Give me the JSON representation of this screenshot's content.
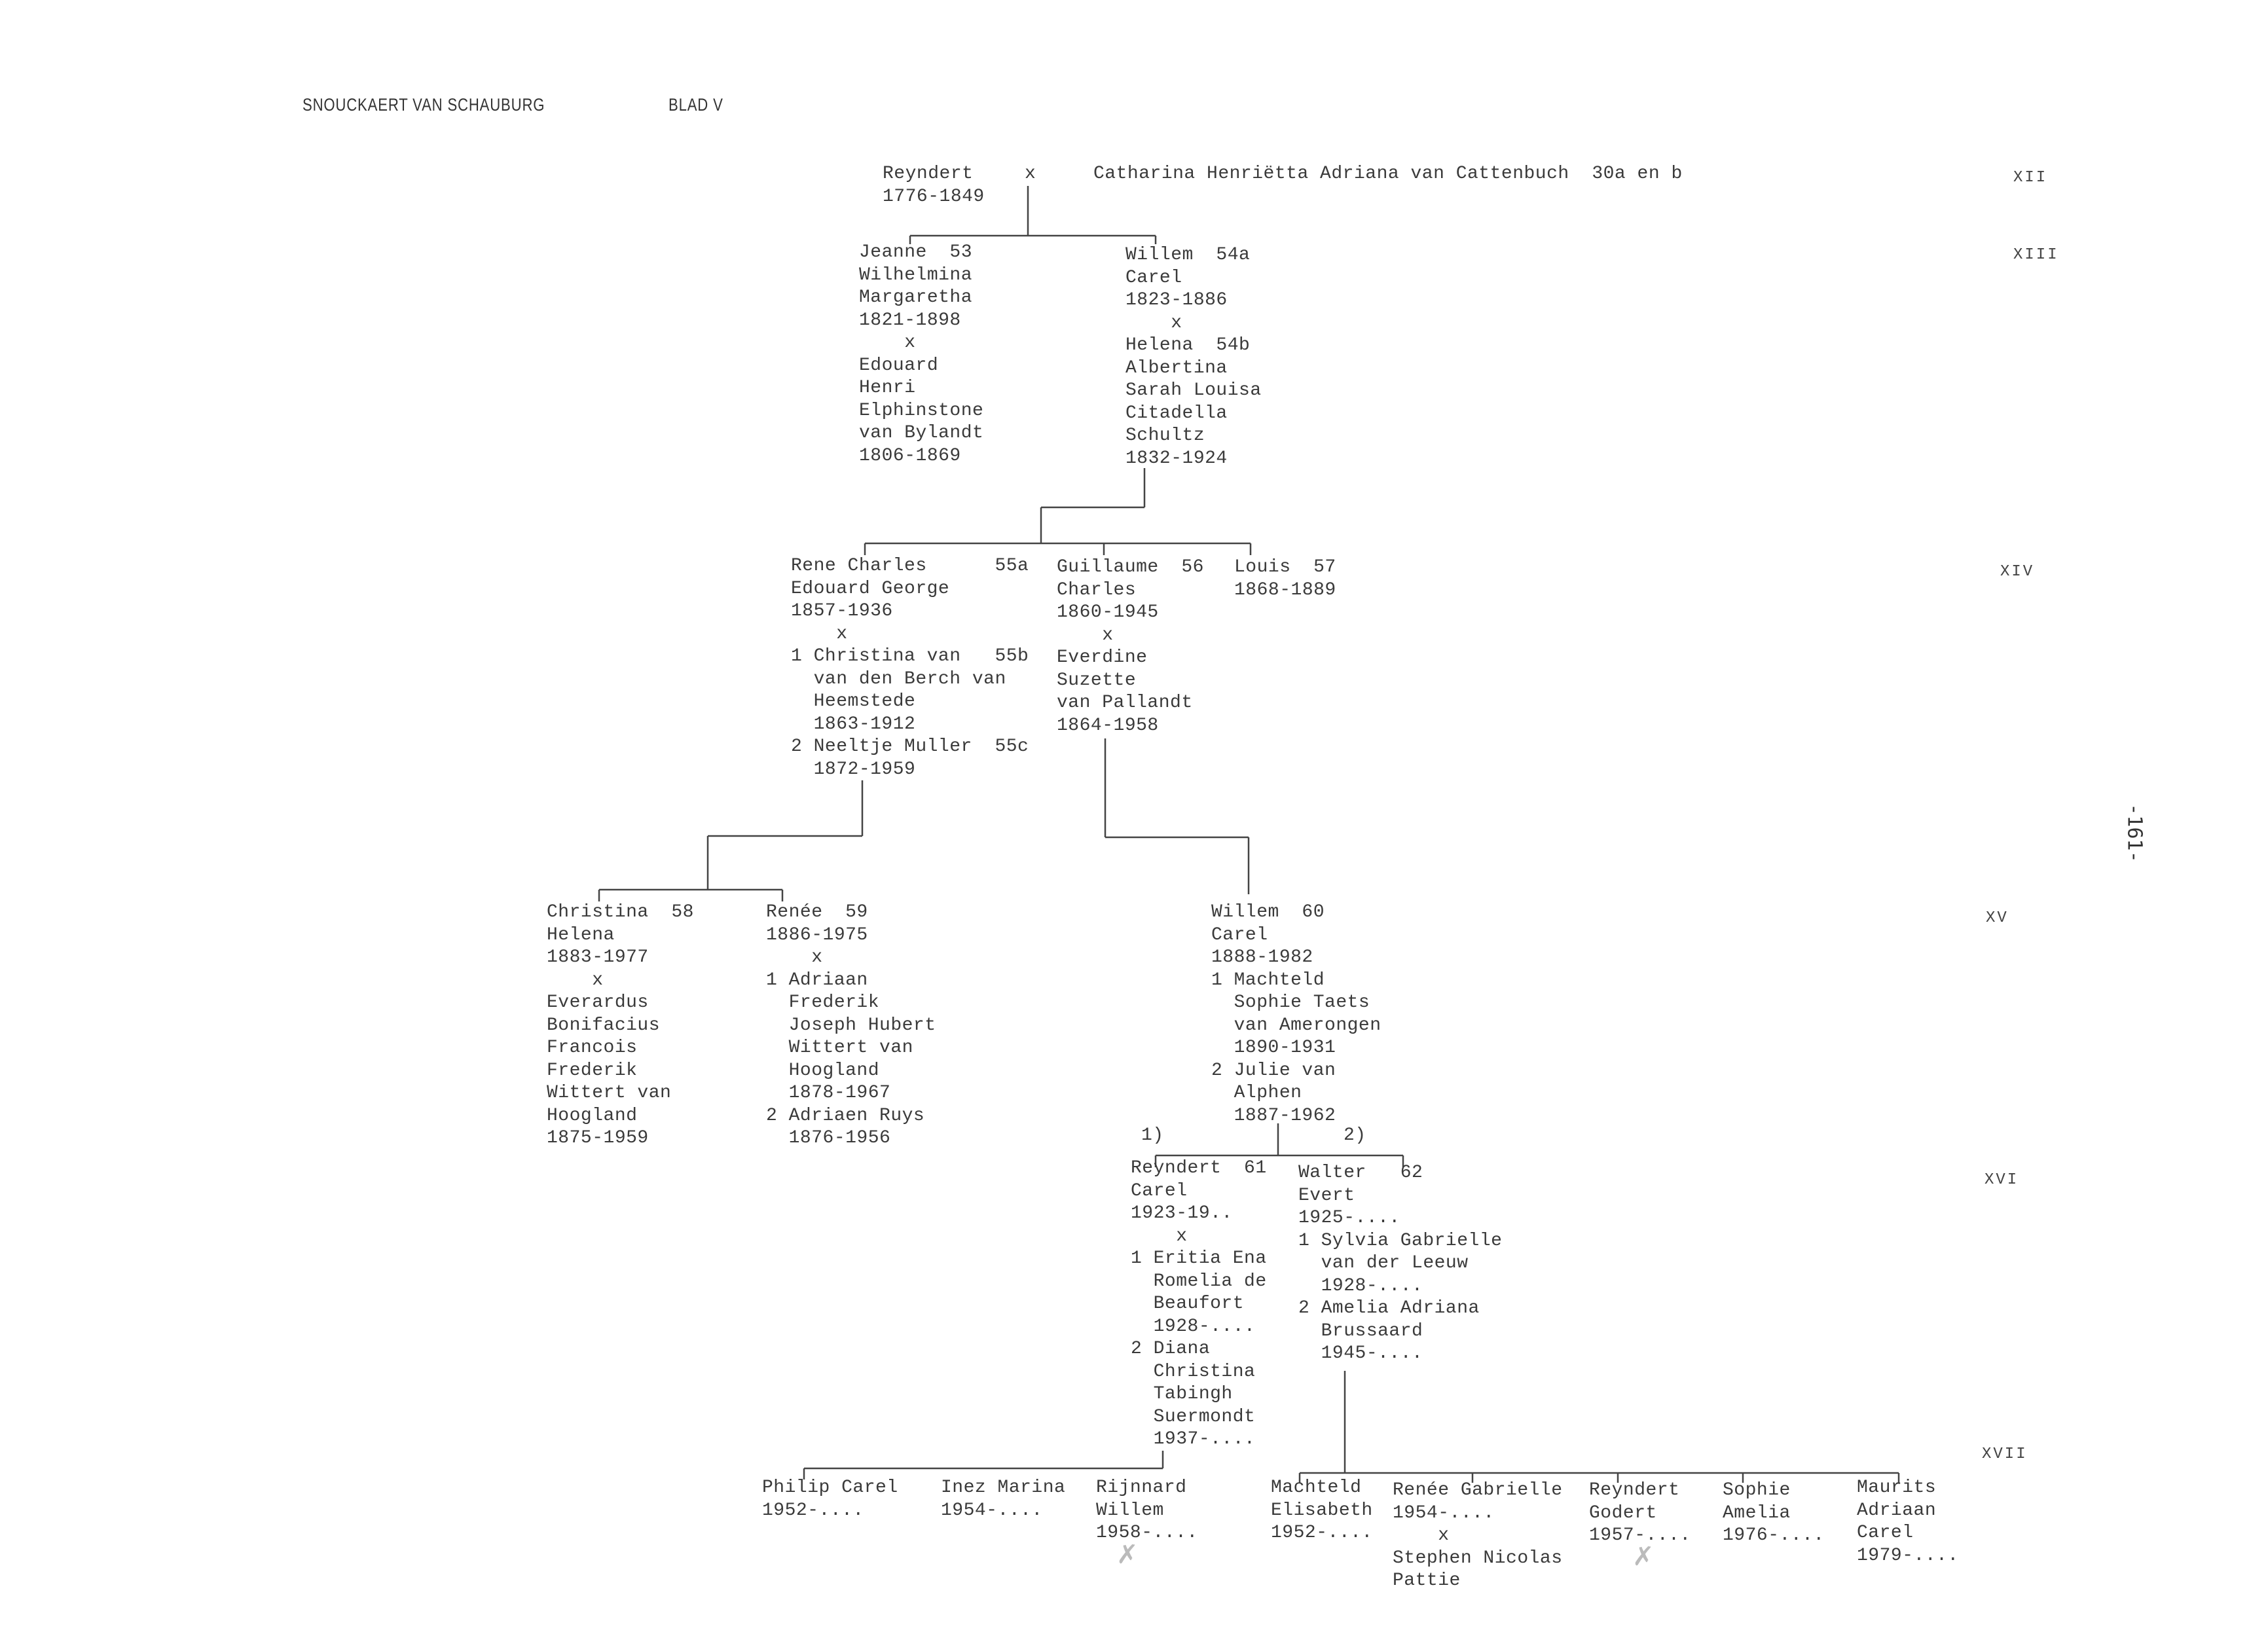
{
  "header": {
    "family": "SNOUCKAERT VAN SCHAUBURG",
    "sheet": "BLAD V"
  },
  "page_number": "-161-",
  "generations": {
    "xii": "XII",
    "xiii": "XIII",
    "xiv": "XIV",
    "xv": "XV",
    "xvi": "XVI",
    "xvii": "XVII"
  },
  "root": {
    "person": "Reyndert\n1776-1849",
    "marriage": "x",
    "spouse": "Catharina Henriëtta Adriana van Cattenbuch  30a en b"
  },
  "gen13": {
    "jeanne": "Jeanne  53\nWilhelmina\nMargaretha\n1821-1898\n    x\nEdouard\nHenri\nElphinstone\nvan Bylandt\n1806-1869",
    "willem": "Willem  54a\nCarel\n1823-1886\n    x\nHelena  54b\nAlbertina\nSarah Louisa\nCitadella\nSchultz\n1832-1924"
  },
  "gen14": {
    "rene": "Rene Charles      55a\nEdouard George\n1857-1936\n    x\n1 Christina van   55b\n  van den Berch van\n  Heemstede\n  1863-1912\n2 Neeltje Muller  55c\n  1872-1959",
    "guillaume": "Guillaume  56\nCharles\n1860-1945\n    x\nEverdine\nSuzette\nvan Pallandt\n1864-1958",
    "louis": "Louis  57\n1868-1889"
  },
  "gen15": {
    "christina": "Christina  58\nHelena\n1883-1977\n    x\nEverardus\nBonifacius\nFrancois\nFrederik\nWittert van\nHoogland\n1875-1959",
    "renee": "Renée  59\n1886-1975\n    x\n1 Adriaan\n  Frederik\n  Joseph Hubert\n  Wittert van\n  Hoogland\n  1878-1967\n2 Adriaen Ruys\n  1876-1956",
    "willem": "Willem  60\nCarel\n1888-1982\n1 Machteld\n  Sophie Taets\n  van Amerongen\n  1890-1931\n2 Julie van\n  Alphen\n  1887-1962",
    "marriage1_label": "1)",
    "marriage2_label": "2)"
  },
  "gen16": {
    "reyndert": "Reyndert  61\nCarel\n1923-19..\n    x\n1 Eritia Ena\n  Romelia de\n  Beaufort\n  1928-....\n2 Diana\n  Christina\n  Tabingh\n  Suermondt\n  1937-....",
    "walter": "Walter   62\nEvert\n1925-....\n1 Sylvia Gabrielle\n  van der Leeuw\n  1928-....\n2 Amelia Adriana\n  Brussaard\n  1945-...."
  },
  "gen17": {
    "philip": "Philip Carel\n1952-....",
    "inez": "Inez Marina\n1954-....",
    "rijnnard": "Rijnnard\nWillem\n1958-....",
    "machteld": "Machteld\nElisabeth\n1952-....",
    "renee": "Renée Gabrielle\n1954-....\n    x\nStephen Nicolas\nPattie",
    "reyndert": "Reyndert\nGodert\n1957-....",
    "sophie": "Sophie\nAmelia\n1976-....",
    "maurits": "Maurits\nAdriaan\nCarel\n1979-....",
    "cross_mark": "✗"
  }
}
